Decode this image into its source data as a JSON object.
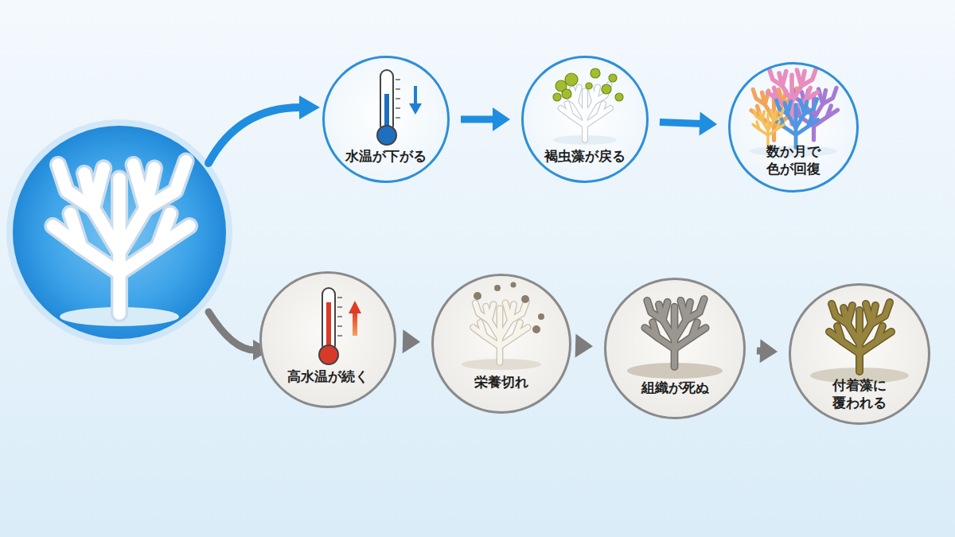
{
  "diagram": {
    "nodes": [
      {
        "text": [
          "水温が下がる"
        ]
      },
      {
        "text": [
          "褐虫藻が戻る"
        ]
      },
      {
        "text": [
          "数か月で 色が回復"
        ]
      },
      {
        "text": [
          "高水温が続く"
        ]
      },
      {
        "text": [
          "栄養切れ"
        ]
      },
      {
        "text": [
          "組織が死ぬ"
        ]
      },
      {
        "text": [
          "付着藻に 覆われる"
        ]
      }
    ],
    "edges": [
      {
        "from": 0,
        "to": 1,
        "arrow": "to"
      },
      {
        "from": 1,
        "to": 2,
        "arrow": "to"
      },
      {
        "from": 3,
        "to": 4,
        "arrow": "to"
      },
      {
        "from": 4,
        "to": 5,
        "arrow": "to"
      },
      {
        "from": 5,
        "to": 6,
        "arrow": "to"
      }
    ]
  }
}
